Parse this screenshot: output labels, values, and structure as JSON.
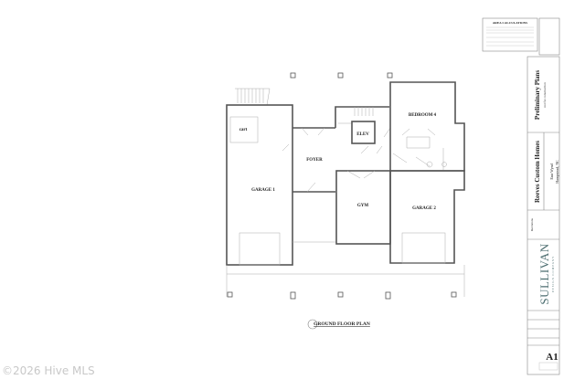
{
  "plan": {
    "title": "GROUND FLOOR PLAN",
    "rooms": {
      "garage1": "GARAGE 1",
      "cart": "cart",
      "foyer": "FOYER",
      "elev": "ELEV",
      "gym": "GYM",
      "bedroom4": "BEDROOM 4",
      "garage2": "GARAGE 2"
    }
  },
  "title_block": {
    "area_calculations": "AREA CALCULATIONS",
    "status": "Preliminary Plans",
    "status_note": "not for construction",
    "client": "Reeves Custom Homes",
    "street": "East Wynd",
    "city": "Hampstead, NC",
    "revisions": "Revisions",
    "logo": "SULLIVAN",
    "logo_sub": "DESIGN COMPANY",
    "sheet": "A1"
  },
  "watermark": "©2026 Hive MLS"
}
